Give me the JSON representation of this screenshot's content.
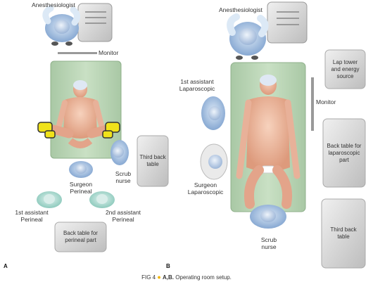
{
  "figure": {
    "panel_a": "A",
    "panel_b": "B",
    "caption_fig": "FIG 4",
    "caption_panels": "A,B.",
    "caption_text": "Operating room setup.",
    "bullet_color": "#f2b500"
  },
  "panel_a_labels": {
    "anesthesiologist": "Anesthesiologist",
    "monitor": "Monitor",
    "third_back_table": "Third back\ntable",
    "scrub_nurse": "Scrub\nnurse",
    "surgeon_perineal": "Surgeon\nPerineal",
    "first_assistant_perineal": "1st assistant\nPerineal",
    "second_assistant_perineal": "2nd assistant\nPerineal",
    "back_table_perineal": "Back table for\nperineal part"
  },
  "panel_b_labels": {
    "anesthesiologist": "Anesthesiologist",
    "lap_tower": "Lap tower\nand energy\nsource",
    "first_assistant_lap": "1st assistant\nLaparoscopic",
    "monitor": "Monitor",
    "back_table_lap": "Back table for\nlaparoscopic\npart",
    "surgeon_lap": "Surgeon\nLaparoscopic",
    "third_back_table": "Third back\ntable",
    "scrub_nurse": "Scrub\nnurse"
  },
  "colors": {
    "or_table": "#b9d4b5",
    "skin": "#f2b9a0",
    "gown_blue": "#a9c4e2",
    "gown_teal": "#a8d9cf",
    "gray_box": "#d8d8d8",
    "stirrup_yellow": "#f0e21a"
  }
}
